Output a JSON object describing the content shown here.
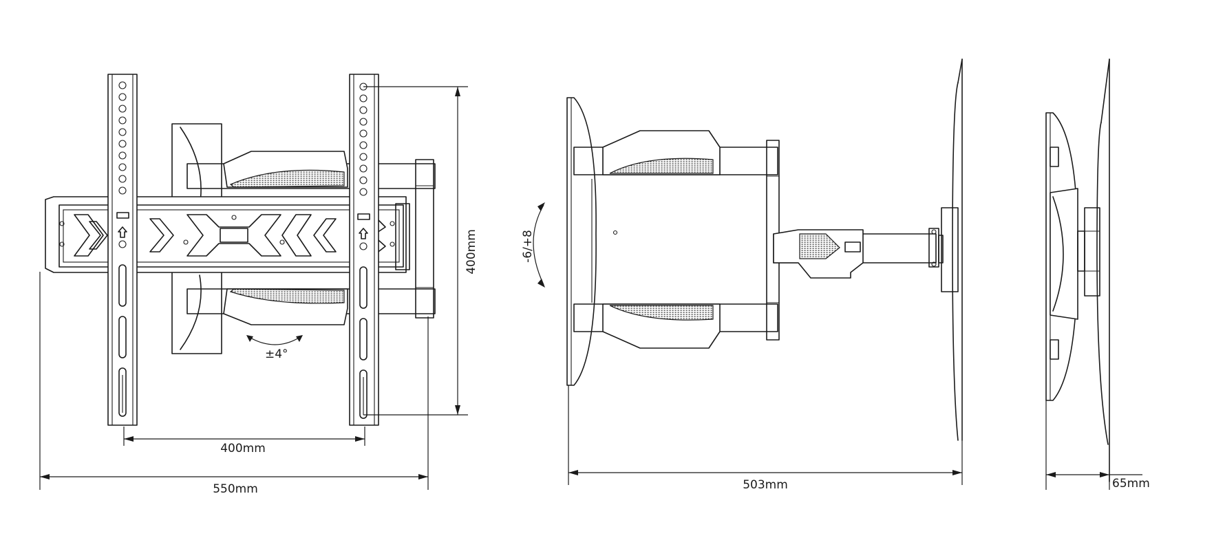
{
  "dimensions": {
    "front_vesa_horizontal": "400mm",
    "front_vesa_vertical": "400mm",
    "front_total_width": "550mm",
    "side_extension": "503mm",
    "profile_depth": "65mm"
  },
  "angles": {
    "swivel": "±4°",
    "tilt": "-6/+8"
  },
  "colors": {
    "line": "#1a1a1a",
    "background": "#ffffff"
  }
}
